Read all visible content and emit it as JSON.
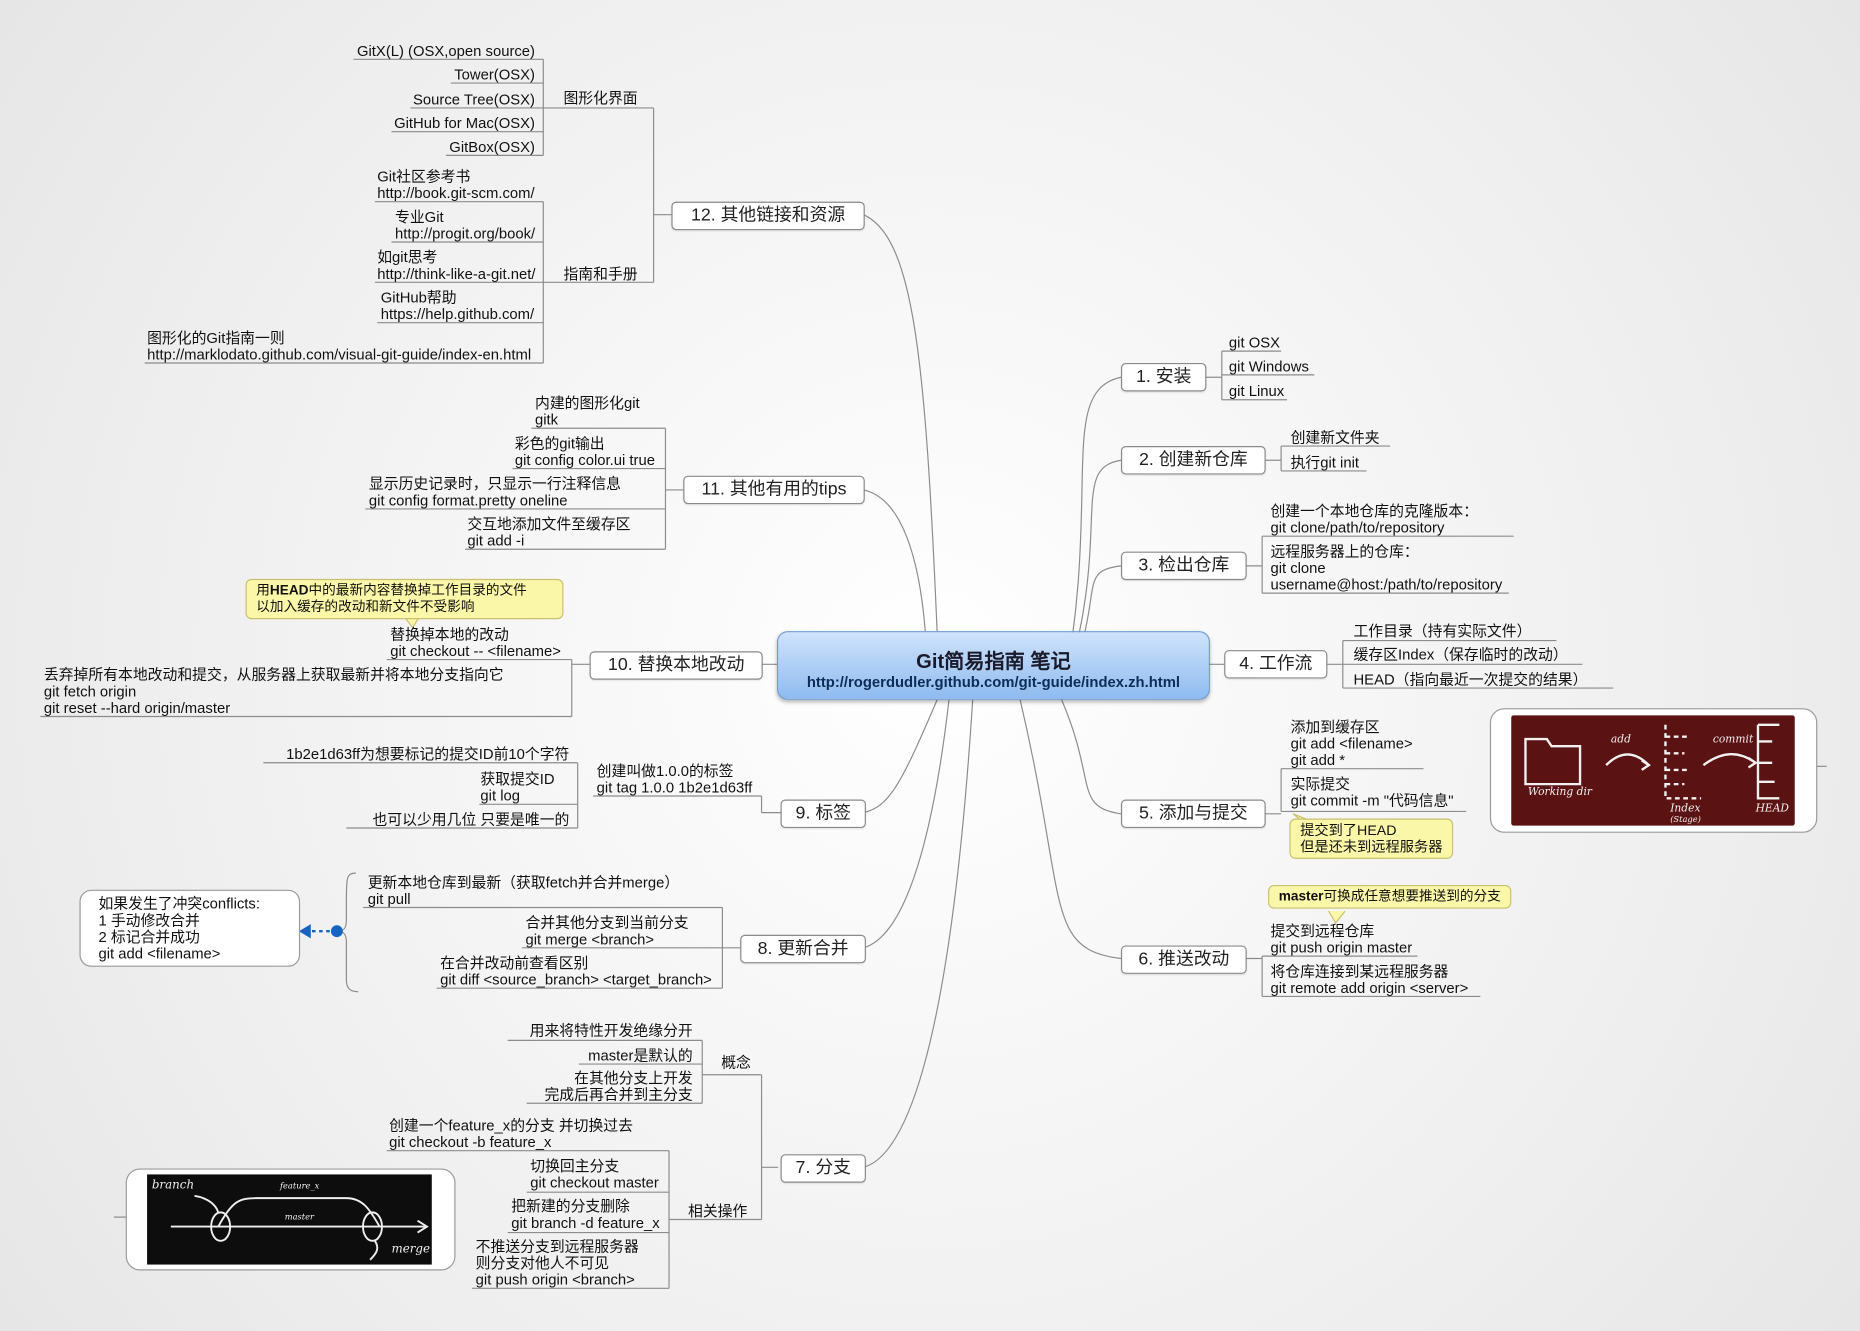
{
  "central": {
    "title": "Git简易指南 笔记",
    "url": "http://rogerdudler.github.com/git-guide/index.zh.html"
  },
  "branches": {
    "b1": {
      "label": "1. 安装",
      "items": [
        "git OSX",
        "git Windows",
        "git Linux"
      ]
    },
    "b2": {
      "label": "2. 创建新仓库",
      "items": [
        "创建新文件夹",
        "执行git init"
      ]
    },
    "b3": {
      "label": "3. 检出仓库",
      "clone_local": [
        "创建一个本地仓库的克隆版本：",
        "git clone/path/to/repository"
      ],
      "clone_remote": [
        "远程服务器上的仓库：",
        "git clone",
        "username@host:/path/to/repository"
      ]
    },
    "b4": {
      "label": "4. 工作流",
      "items": [
        "工作目录（持有实际文件）",
        "缓存区Index（保存临时的改动）",
        "HEAD（指向最近一次提交的结果）"
      ]
    },
    "b5": {
      "label": "5. 添加与提交",
      "add": [
        "添加到缓存区",
        "git add <filename>",
        "git add *"
      ],
      "commit": [
        "实际提交",
        "git commit -m \"代码信息\""
      ],
      "callout": [
        "提交到了HEAD",
        "但是还未到远程服务器"
      ],
      "image_labels": {
        "working": "Working dir",
        "add": "add",
        "index": "Index",
        "stage": "(Stage)",
        "commit": "commit",
        "head": "HEAD"
      }
    },
    "b6": {
      "label": "6. 推送改动",
      "callout_bold": "master",
      "callout_rest": "可换成任意想要推送到的分支",
      "push": [
        "提交到远程仓库",
        "git push origin master"
      ],
      "remote": [
        "将仓库连接到某远程服务器",
        "git remote add origin <server>"
      ]
    },
    "b7": {
      "label": "7. 分支",
      "concept": {
        "label": "概念",
        "items": [
          "用来将特性开发绝缘分开",
          "master是默认的",
          "在其他分支上开发",
          "完成后再合并到主分支"
        ]
      },
      "ops": {
        "label": "相关操作",
        "create": [
          "创建一个feature_x的分支 并切换过去",
          "git checkout -b feature_x"
        ],
        "switch": [
          "切换回主分支",
          "git checkout master"
        ],
        "delete": [
          "把新建的分支删除",
          "git branch -d feature_x"
        ],
        "push": [
          "不推送分支到远程服务器",
          "则分支对他人不可见",
          "git push origin <branch>"
        ]
      },
      "image_labels": {
        "branch": "branch",
        "feature": "feature_x",
        "master": "master",
        "merge": "merge"
      }
    },
    "b8": {
      "label": "8. 更新合并",
      "pull": [
        "更新本地仓库到最新（获取fetch并合并merge）",
        "git pull"
      ],
      "merge": [
        "合并其他分支到当前分支",
        "git merge <branch>"
      ],
      "diff": [
        "在合并改动前查看区别",
        "git diff <source_branch> <target_branch>"
      ],
      "conflict_note": [
        "如果发生了冲突conflicts:",
        "1 手动修改合并",
        "2 标记合并成功",
        "git add <filename>"
      ]
    },
    "b9": {
      "label": "9. 标签",
      "tag": [
        "创建叫做1.0.0的标签",
        "git tag 1.0.0 1b2e1d63ff"
      ],
      "id_desc": "1b2e1d63ff为想要标记的提交ID前10个字符",
      "log": [
        "获取提交ID",
        "git log"
      ],
      "short": "也可以少用几位 只要是唯一的"
    },
    "b10": {
      "label": "10. 替换本地改动",
      "callout_a1": "用",
      "callout_bold": "HEAD",
      "callout_a2": "中的最新内容替换掉工作目录的文件",
      "callout_b": "以加入缓存的改动和新文件不受影响",
      "checkout": [
        "替换掉本地的改动",
        "git checkout -- <filename>"
      ],
      "reset": [
        "丢弃掉所有本地改动和提交，从服务器上获取最新并将本地分支指向它",
        "git fetch origin",
        "git reset --hard origin/master"
      ]
    },
    "b11": {
      "label": "11. 其他有用的tips",
      "items": [
        [
          "内建的图形化git",
          "gitk"
        ],
        [
          "彩色的git输出",
          "git config color.ui true"
        ],
        [
          "显示历史记录时，只显示一行注释信息",
          "git config format.pretty oneline"
        ],
        [
          "交互地添加文件至缓存区",
          "git add -i"
        ]
      ]
    },
    "b12": {
      "label": "12. 其他链接和资源",
      "gui": {
        "label": "图形化界面",
        "items": [
          "GitX(L) (OSX,open source)",
          "Tower(OSX)",
          "Source Tree(OSX)",
          "GitHub for Mac(OSX)",
          "GitBox(OSX)"
        ]
      },
      "guides": {
        "label": "指南和手册",
        "items": [
          [
            "Git社区参考书",
            "http://book.git-scm.com/"
          ],
          [
            "专业Git",
            "http://progit.org/book/"
          ],
          [
            "如git思考",
            "http://think-like-a-git.net/"
          ],
          [
            "GitHub帮助",
            "https://help.github.com/"
          ],
          [
            "图形化的Git指南一则",
            "http://marklodato.github.com/visual-git-guide/index-en.html"
          ]
        ]
      }
    }
  },
  "colors": {
    "line": "#8c8c8c",
    "callout_fill": "#fbf7a8",
    "central_top": "#cfe3fb",
    "central_bottom": "#8fbbef",
    "connector_blue": "#1565c0"
  }
}
